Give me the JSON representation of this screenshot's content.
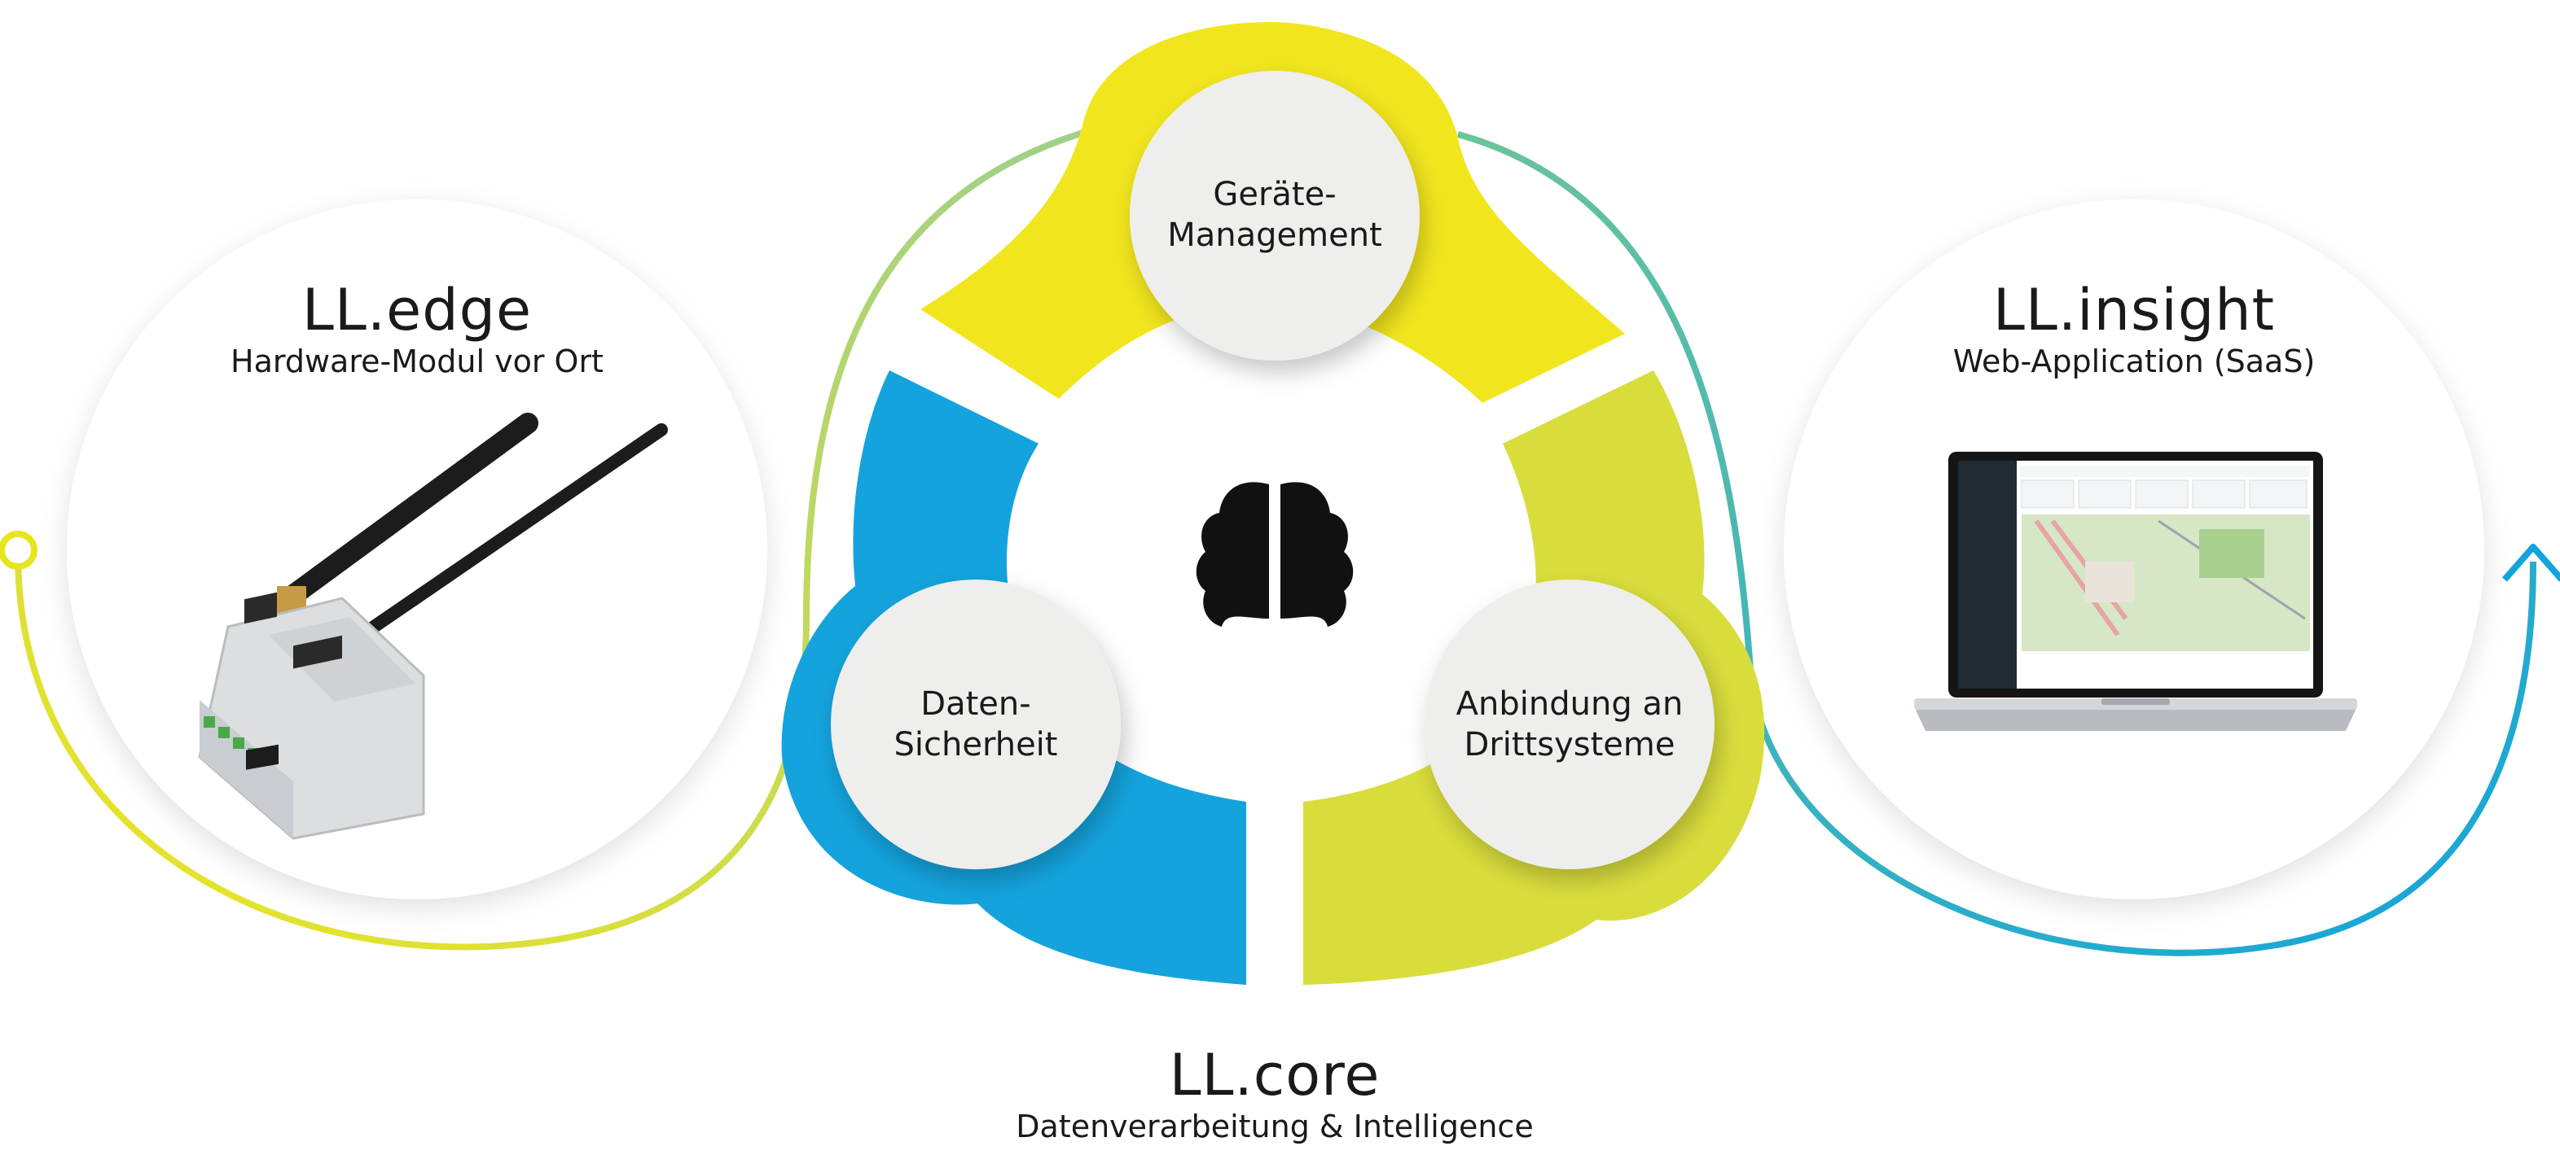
{
  "edge": {
    "title": "LL.edge",
    "subtitle": "Hardware-Modul vor Ort",
    "device_image": "din-rail-module-with-two-antennas"
  },
  "insight": {
    "title": "LL.insight",
    "subtitle": "Web-Application (SaaS)",
    "device_image": "laptop-showing-map-dashboard"
  },
  "core": {
    "title": "LL.core",
    "subtitle": "Datenverarbeitung & Intelligence",
    "center_icon": "brain-icon",
    "nodes": [
      {
        "label": "Geräte-\nManagement",
        "color": "#f1e61e"
      },
      {
        "label": "Daten-\nSicherheit",
        "color": "#14a3dd"
      },
      {
        "label": "Anbindung an\nDrittsysteme",
        "color": "#d9dd3c"
      }
    ]
  },
  "colors": {
    "yellow": "#f1e61e",
    "olive_yellow": "#d9dd3c",
    "blue": "#14a3dd",
    "teal": "#3cb8b0",
    "circle_fill": "#eeeeed"
  }
}
